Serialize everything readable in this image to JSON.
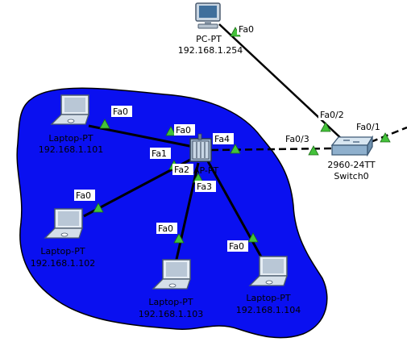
{
  "title": "",
  "colors": {
    "wireless_area": "#0a10f0",
    "link": "#000000",
    "port_up": "#44c23a"
  },
  "devices": [
    {
      "id": "pc",
      "icon": "desktop-pc-icon",
      "model": "PC-PT",
      "ip": "192.168.1.254"
    },
    {
      "id": "switch",
      "icon": "switch-icon",
      "model": "2960-24TT",
      "name": "Switch0"
    },
    {
      "id": "ap",
      "icon": "access-point-icon",
      "model": "AP-PT"
    },
    {
      "id": "laptop1",
      "icon": "laptop-icon",
      "model": "Laptop-PT",
      "ip": "192.168.1.101"
    },
    {
      "id": "laptop2",
      "icon": "laptop-icon",
      "model": "Laptop-PT",
      "ip": "192.168.1.102"
    },
    {
      "id": "laptop3",
      "icon": "laptop-icon",
      "model": "Laptop-PT",
      "ip": "192.168.1.103"
    },
    {
      "id": "laptop4",
      "icon": "laptop-icon",
      "model": "Laptop-PT",
      "ip": "192.168.1.104"
    }
  ],
  "ports": {
    "pc_fa0": "Fa0",
    "sw_fa0_2": "Fa0/2",
    "sw_fa0_1": "Fa0/1",
    "sw_fa0_3": "Fa0/3",
    "ap_fa4": "Fa4",
    "ap_fa0": "Fa0",
    "ap_fa1": "Fa1",
    "ap_fa2": "Fa2",
    "ap_fa3": "Fa3",
    "l1_fa0": "Fa0",
    "l2_fa0": "Fa0",
    "l3_fa0": "Fa0",
    "l4_fa0": "Fa0"
  }
}
